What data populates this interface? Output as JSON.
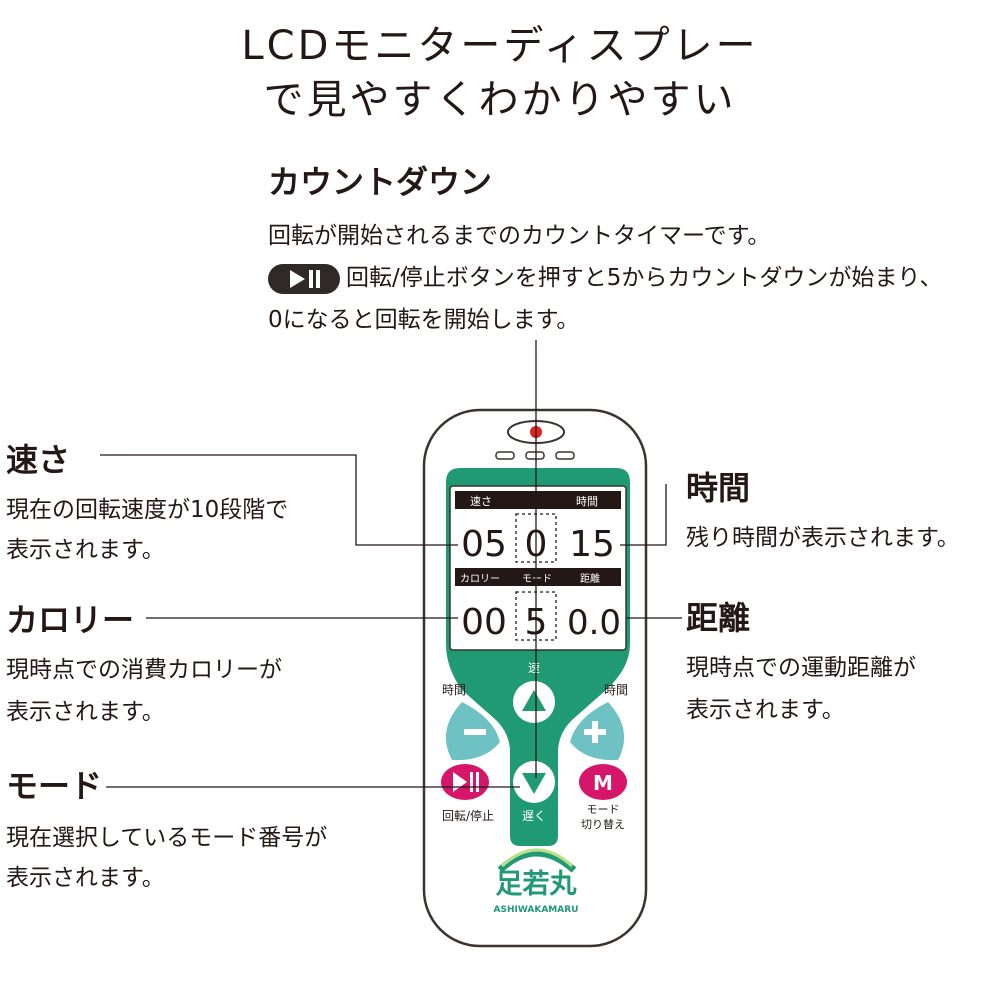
{
  "title": {
    "line1": "LCDモニターディスプレー",
    "line2": "で見やすくわかりやすい"
  },
  "countdown": {
    "heading": "カウントダウン",
    "line1": "回転が開始されるまでのカウントタイマーです。",
    "line2": "回転/停止ボタンを押すと5からカウントダウンが始まり、",
    "line3": "0になると回転を開始します。"
  },
  "speed": {
    "heading": "速さ",
    "line1": "現在の回転速度が10段階で",
    "line2": "表示されます。"
  },
  "time": {
    "heading": "時間",
    "line1": "残り時間が表示されます。"
  },
  "calorie": {
    "heading": "カロリー",
    "line1": "現時点での消費カロリーが",
    "line2": "表示されます。"
  },
  "distance": {
    "heading": "距離",
    "line1": "現時点での運動距離が",
    "line2": "表示されます。"
  },
  "mode": {
    "heading": "モード",
    "line1": "現在選択しているモード番号が",
    "line2": "表示されます。"
  },
  "remote": {
    "lcd_labels": {
      "speed": "速さ",
      "time": "時間",
      "calorie": "カロリー",
      "mode": "モード",
      "distance": "距離"
    },
    "lcd_values": {
      "speed": "05",
      "countdown": "0",
      "time": "15",
      "calorie": "00",
      "mode": "5",
      "distance": "0.0"
    },
    "buttons": {
      "speed_up_label": "速",
      "speed_down_label": "遅く",
      "time_minus_label": "時間",
      "time_plus_label": "時間",
      "play_label": "回転/停止",
      "mode_symbol": "M",
      "mode_label_line1": "モード",
      "mode_label_line2": "切り替え"
    },
    "brand": {
      "logo": "足若丸",
      "name": "ASHIWAKAMARU"
    }
  },
  "colors": {
    "green": "#1f9a73",
    "teal": "#6fc2c3",
    "magenta": "#d6166b",
    "red": "#e2231a",
    "text": "#231815"
  }
}
